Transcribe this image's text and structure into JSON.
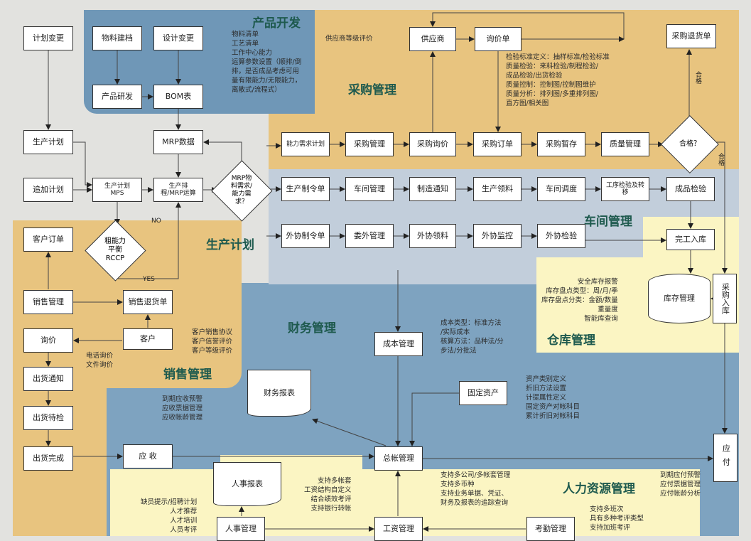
{
  "regions": {
    "product_dev": "产品开发",
    "purchase": "采购管理",
    "production_plan": "生产计划",
    "workshop": "车间管理",
    "finance": "财务管理",
    "sales": "销售管理",
    "warehouse": "仓库管理",
    "hr": "人力资源管理"
  },
  "nodes": {
    "plan_change": "计划变更",
    "material_file": "物料建档",
    "design_change": "设计变更",
    "product_rd": "产品研发",
    "bom": "BOM表",
    "prod_plan": "生产计划",
    "mrp_data": "MRP数据",
    "add_plan": "追加计划",
    "mps": "生产计划MPS",
    "mrp_run": "生产排程/MRP运算",
    "mrp_check": "MRP物料需求/能力需求？",
    "rccp": "粗能力平衡RCCP",
    "customer_order": "客户订单",
    "sales_mgmt": "销售管理",
    "sales_return": "销售退货单",
    "inquiry": "询价",
    "customer": "客户",
    "ship_notice": "出货通知",
    "ship_inspect": "出货待检",
    "ship_done": "出货完成",
    "receivable": "应 收",
    "fin_report": "财务报表",
    "cost_mgmt": "成本管理",
    "fixed_assets": "固定资产",
    "ledger": "总帐管理",
    "hr_report": "人事报表",
    "hr_mgmt": "人事管理",
    "payroll": "工资管理",
    "attendance": "考勤管理",
    "payable": "应付",
    "inventory": "库存管理",
    "purchase_in": "采购入库",
    "finish_in": "完工入库",
    "supplier": "供应商",
    "quote": "询价单",
    "purchase_return": "采购退货单",
    "qualified": "合格？",
    "cap_plan": "能力需求计划",
    "purchase_mgmt": "采购管理",
    "purchase_inquiry": "采购询价",
    "purchase_order": "采购订单",
    "purchase_temp": "采购暂存",
    "quality": "质量管理",
    "work_order": "生产制令单",
    "workshop_mgmt": "车间管理",
    "mfg_notice": "制造通知",
    "prod_pick": "生产领料",
    "workshop_dispatch": "车间调度",
    "process_check": "工序检验及转移",
    "product_check": "成品检验",
    "out_order": "外协制令单",
    "outsource_mgmt": "委外管理",
    "out_pick": "外协领料",
    "out_monitor": "外协监控",
    "out_inspect": "外协检验"
  },
  "labels": {
    "no": "NO",
    "yes": "YES",
    "pass1": "合格",
    "pass2": "合格"
  },
  "notes": {
    "product": [
      "物料清单",
      "工艺清单",
      "工作中心能力",
      "运算参数设置（顺排/倒",
      "排，是否成品考虑可用",
      "量有限能力/无限能力，",
      "离散式/流程式）"
    ],
    "supplier_rating": [
      "供应商等级评价"
    ],
    "quality": [
      "检验标准定义：抽样标准/检验标准",
      "质量检验：来料检验/制程检验/",
      "成品检验/出货检验",
      "质量控制：控制图/控制图维护",
      "质量分析：排列图/多重排列图/",
      "直方图/相关图"
    ],
    "warehouse": [
      "安全库存报警",
      "库存盘点类型：周/月/季",
      "库存盘点分类：金额/数量",
      "重量度",
      "智能库查询"
    ],
    "customer": [
      "客户销售协议",
      "客户信誉评价",
      "客户等级评价"
    ],
    "inquiry": [
      "电话询价",
      "文件询价"
    ],
    "receivable": [
      "到期应收预警",
      "应收票据管理",
      "应收帐龄管理"
    ],
    "cost": [
      "成本类型：标准方法",
      "/实际成本",
      "核算方法：品种法/分",
      "步法/分批法"
    ],
    "assets": [
      "资产类别定义",
      "折旧方法设置",
      "计提属性定义",
      "固定资产对帐科目",
      "累计折旧对帐科目"
    ],
    "ledger": [
      "支持多公司/多帐套管理",
      "支持多币种",
      "支持业务单据、凭证、",
      "财务及报表的追踪查询"
    ],
    "payable": [
      "到期应付预警",
      "应付票据管理",
      "应付帐龄分析"
    ],
    "payroll": [
      "支持多帐套",
      "工资结构自定义",
      "结合绩效考评",
      "支持银行转帐"
    ],
    "hr": [
      "缺员提示/招聘计划",
      "人才推荐",
      "人才培训",
      "人员考评"
    ],
    "attendance": [
      "支持多班次",
      "具有多种考评类型",
      "支持加班考评"
    ]
  },
  "colors": {
    "product_dev": "#6f97b7",
    "purchase": "#e8c47f",
    "workshop": "#c2cedb",
    "finance": "#7ea3c0",
    "warehouse": "#fbf5c3",
    "bg": "#e2e2df"
  }
}
